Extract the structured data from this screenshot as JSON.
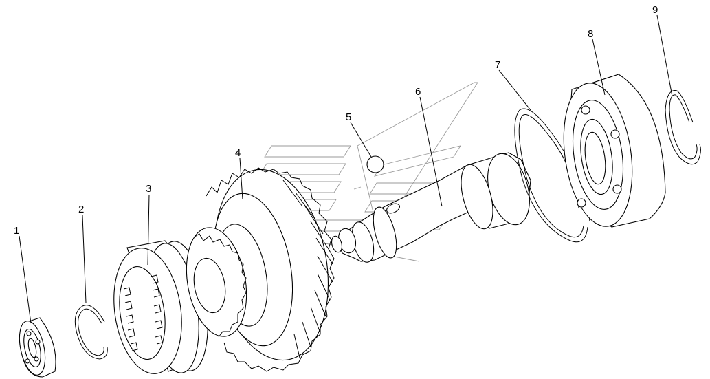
{
  "diagram": {
    "callouts": [
      {
        "id": "1",
        "label": "1"
      },
      {
        "id": "2",
        "label": "2"
      },
      {
        "id": "3",
        "label": "3"
      },
      {
        "id": "4",
        "label": "4"
      },
      {
        "id": "5",
        "label": "5"
      },
      {
        "id": "6",
        "label": "6"
      },
      {
        "id": "7",
        "label": "7"
      },
      {
        "id": "8",
        "label": "8"
      },
      {
        "id": "9",
        "label": "9"
      }
    ],
    "icons": {
      "watermark": "company-logo-watermark"
    },
    "colors": {
      "line": "#000000",
      "background": "#ffffff",
      "watermark": "#9a9a9a"
    }
  }
}
